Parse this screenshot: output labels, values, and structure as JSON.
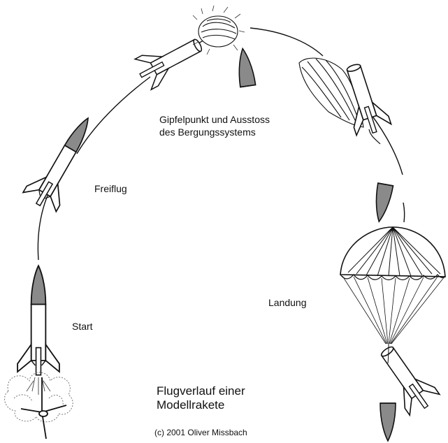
{
  "labels": {
    "apex_line1": "Gipfelpunkt und Ausstoss",
    "apex_line2": "des Bergungssystems",
    "coast": "Freiflug",
    "launch": "Start",
    "landing": "Landung"
  },
  "title": {
    "line1": "Flugverlauf einer",
    "line2": "Modellrakete"
  },
  "copyright": "(c) 2001 Oliver Missbach",
  "colors": {
    "ink": "#111111",
    "nose_fill": "#8a8a8a",
    "body_fill": "#ffffff",
    "smoke": "#555555"
  }
}
